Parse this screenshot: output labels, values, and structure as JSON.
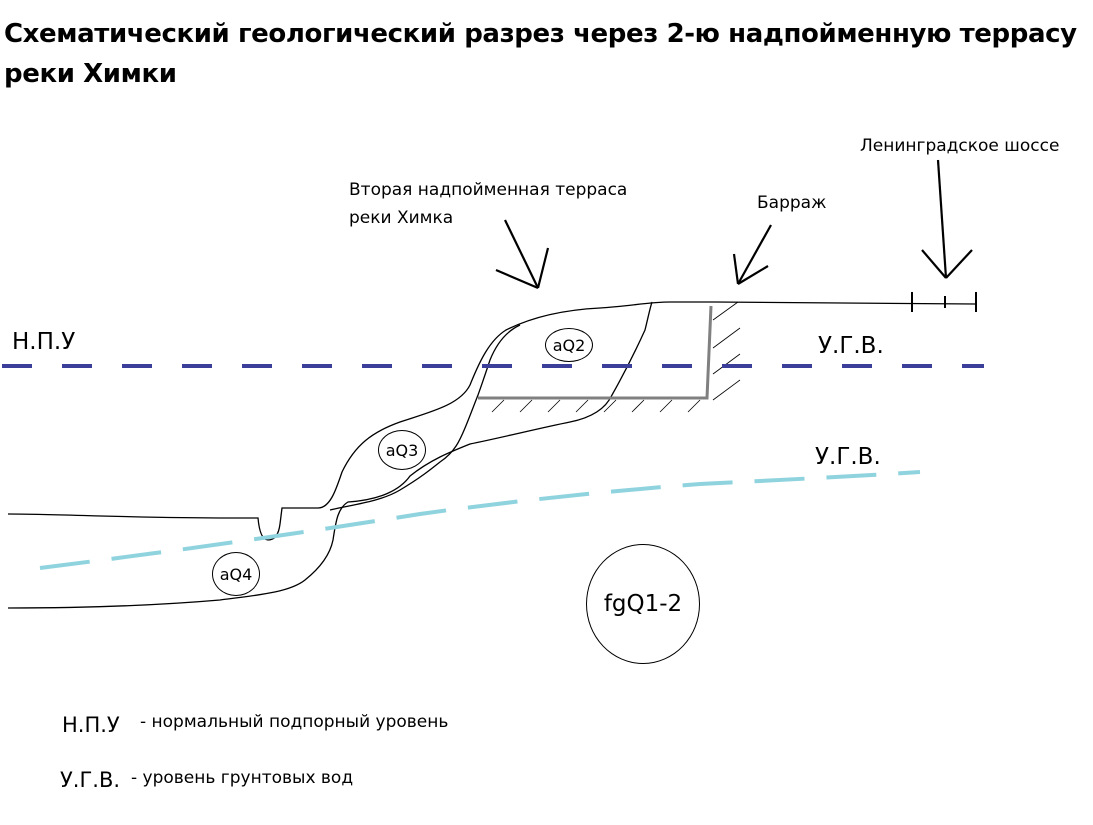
{
  "title": "Схематический геологический разрез через 2-ю надпойменную террасу реки Химки",
  "annotations": {
    "leningradskoe": "Ленинградское шоссе",
    "terrace_line1": "Вторая надпойменная терраса",
    "terrace_line2": "реки Химка",
    "barrage": "Барраж"
  },
  "water_levels": {
    "npu": "Н.П.У",
    "ugv_upper": "У.Г.В.",
    "ugv_lower": "У.Г.В."
  },
  "deposits": {
    "aq2": "aQ2",
    "aq3": "aQ3",
    "aq4": "aQ4",
    "fgq": "fgQ1-2"
  },
  "legend": [
    {
      "term": "Н.П.У",
      "desc": "- нормальный подпорный уровень"
    },
    {
      "term": "У.Г.В.",
      "desc": "- уровень грунтовых вод"
    }
  ],
  "colors": {
    "npu_line": "#3b3f99",
    "ugv_line": "#8fd3de",
    "barrage": "#808080",
    "outline": "#000000"
  }
}
